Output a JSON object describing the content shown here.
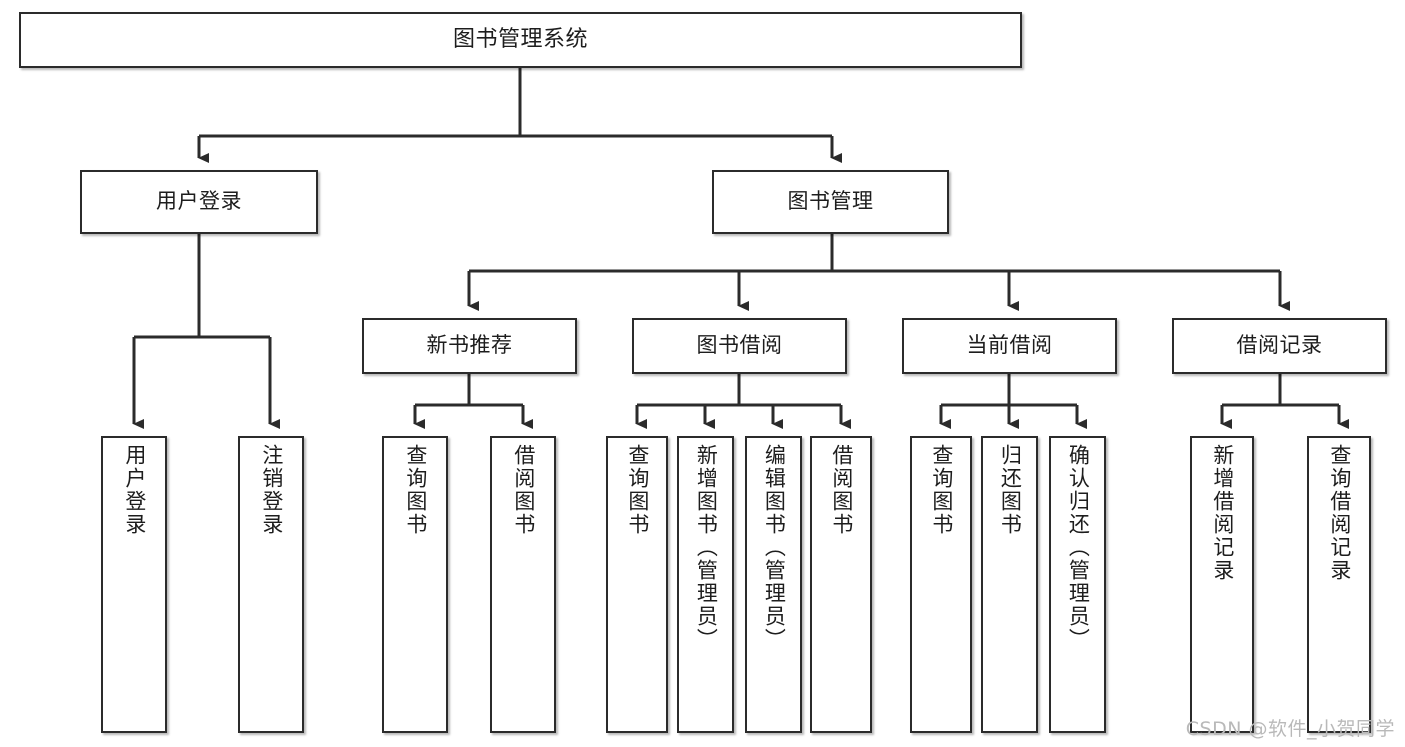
{
  "diagram": {
    "title": "图书管理系统",
    "watermark": "CSDN @软件_小贺同学",
    "colors": {
      "box_border": "#2b2b2b",
      "box_fill": "#ffffff",
      "connector": "#2b2b2b",
      "text": "#1d1d1d",
      "watermark": "#b9b9b9",
      "background": "#ffffff"
    },
    "root": {
      "id": "root",
      "label": "图书管理系统"
    },
    "level1": [
      {
        "id": "user-login",
        "label": "用户登录"
      },
      {
        "id": "book-management",
        "label": "图书管理"
      }
    ],
    "level2": [
      {
        "id": "new-book-recommend",
        "label": "新书推荐",
        "parent": "book-management"
      },
      {
        "id": "book-borrow",
        "label": "图书借阅",
        "parent": "book-management"
      },
      {
        "id": "current-borrow",
        "label": "当前借阅",
        "parent": "book-management"
      },
      {
        "id": "borrow-record",
        "label": "借阅记录",
        "parent": "book-management"
      }
    ],
    "leaves": [
      {
        "id": "leaf-user-login",
        "label": "用户登录",
        "parent": "user-login"
      },
      {
        "id": "leaf-logout",
        "label": "注销登录",
        "parent": "user-login"
      },
      {
        "id": "leaf-query-book-1",
        "label": "查询图书",
        "parent": "new-book-recommend"
      },
      {
        "id": "leaf-borrow-book-1",
        "label": "借阅图书",
        "parent": "new-book-recommend"
      },
      {
        "id": "leaf-query-book-2",
        "label": "查询图书",
        "parent": "book-borrow"
      },
      {
        "id": "leaf-add-book",
        "label": "新增图书（管理员）",
        "parent": "book-borrow"
      },
      {
        "id": "leaf-edit-book",
        "label": "编辑图书（管理员）",
        "parent": "book-borrow"
      },
      {
        "id": "leaf-borrow-book-2",
        "label": "借阅图书",
        "parent": "book-borrow"
      },
      {
        "id": "leaf-query-book-3",
        "label": "查询图书",
        "parent": "current-borrow"
      },
      {
        "id": "leaf-return-book",
        "label": "归还图书",
        "parent": "current-borrow"
      },
      {
        "id": "leaf-confirm-return",
        "label": "确认归还（管理员）",
        "parent": "current-borrow"
      },
      {
        "id": "leaf-add-record",
        "label": "新增借阅记录",
        "parent": "borrow-record"
      },
      {
        "id": "leaf-query-record",
        "label": "查询借阅记录",
        "parent": "borrow-record"
      }
    ]
  }
}
